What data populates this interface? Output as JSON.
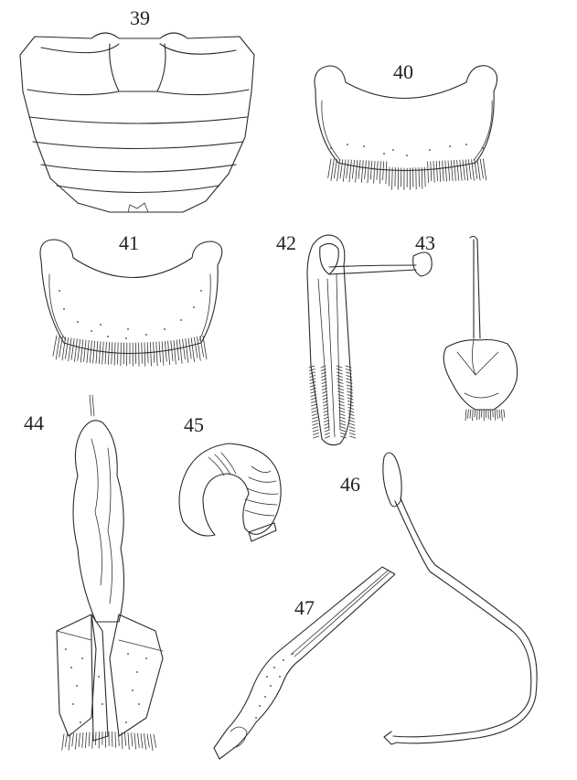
{
  "plate": {
    "figures": [
      {
        "id": "fig39",
        "label": "39",
        "icon": "abdomen-tergites"
      },
      {
        "id": "fig40",
        "label": "40",
        "icon": "sternite-setose"
      },
      {
        "id": "fig41",
        "label": "41",
        "icon": "sternite-setose"
      },
      {
        "id": "fig42",
        "label": "42",
        "icon": "genitalia-elongate"
      },
      {
        "id": "fig43",
        "label": "43",
        "icon": "genitalia-stalked"
      },
      {
        "id": "fig44",
        "label": "44",
        "icon": "ovipositor"
      },
      {
        "id": "fig45",
        "label": "45",
        "icon": "spermatheca"
      },
      {
        "id": "fig46",
        "label": "46",
        "icon": "duct-coiled"
      },
      {
        "id": "fig47",
        "label": "47",
        "icon": "duct-sclerotized"
      }
    ]
  }
}
